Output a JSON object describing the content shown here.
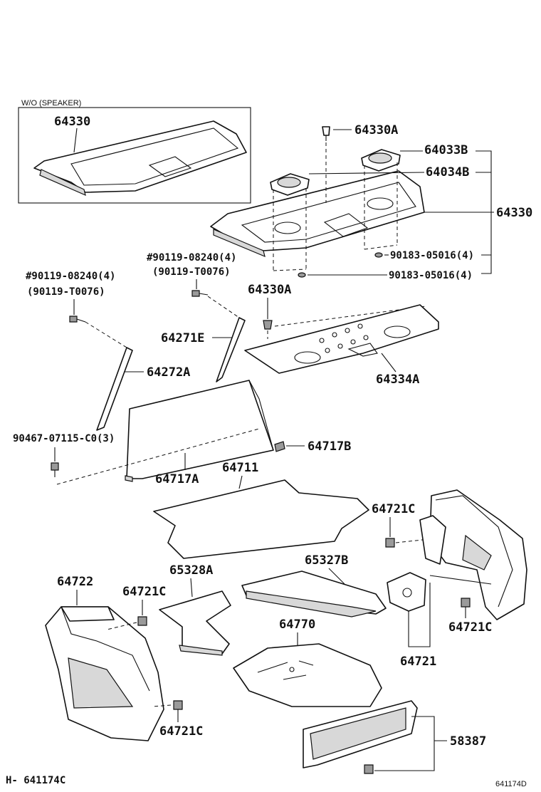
{
  "labels": {
    "wo_speaker": "W/O (SPEAKER)",
    "p64330_inset": "64330",
    "p64330a_top": "64330A",
    "p64033b": "64033B",
    "p64034b": "64034B",
    "p64330_right": "64330",
    "f90183_1": "90183-05016(4)",
    "f90183_2": "90183-05016(4)",
    "f90119_08240_a": "#90119-08240(4)",
    "f90119_t0076_a": "(90119-T0076)",
    "f90119_08240_b": "#90119-08240(4)",
    "f90119_t0076_b": "(90119-T0076)",
    "p64330a_mid": "64330A",
    "p64271e": "64271E",
    "p64272a": "64272A",
    "p64334a": "64334A",
    "f90467": "90467-07115-C0(3)",
    "p64717b": "64717B",
    "p64711": "64711",
    "p64717a": "64717A",
    "p64721c_1": "64721C",
    "p64722": "64722",
    "p65328a": "65328A",
    "p65327b": "65327B",
    "p64721c_2": "64721C",
    "p64770": "64770",
    "p64721c_3": "64721C",
    "p64721": "64721",
    "p64721c_4": "64721C",
    "p58387": "58387",
    "footer_left": "H- 641174C",
    "footer_right": "641174D"
  }
}
